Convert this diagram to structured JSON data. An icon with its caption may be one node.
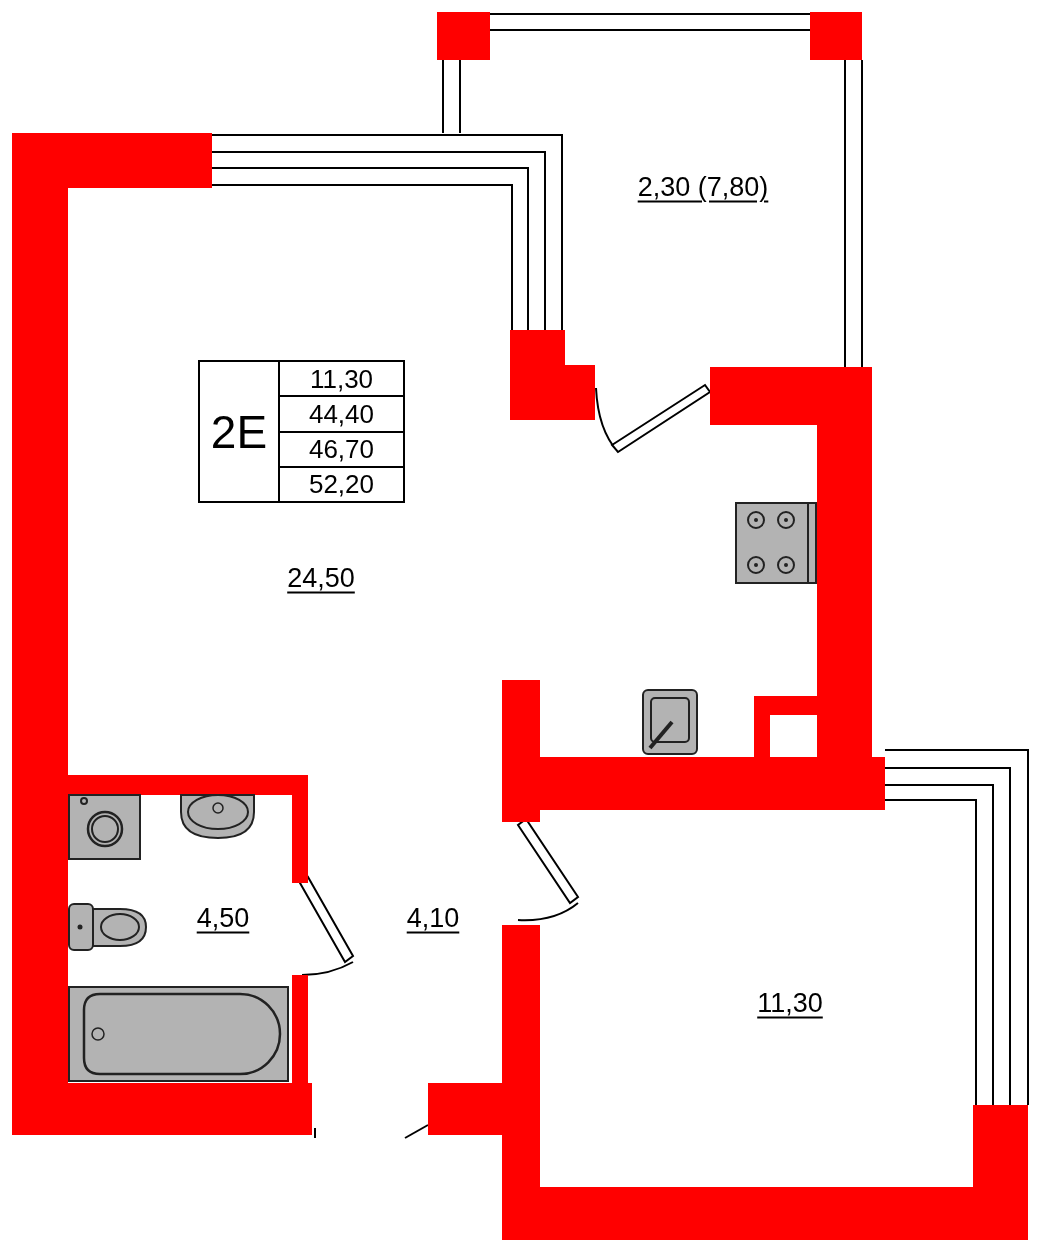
{
  "diagram": {
    "labels": [
      "2,30 (7,80)",
      "2E",
      "11,30",
      "44,40",
      "46,70",
      "52,20",
      "24,50",
      "4,50",
      "4,10",
      "11,30"
    ]
  }
}
